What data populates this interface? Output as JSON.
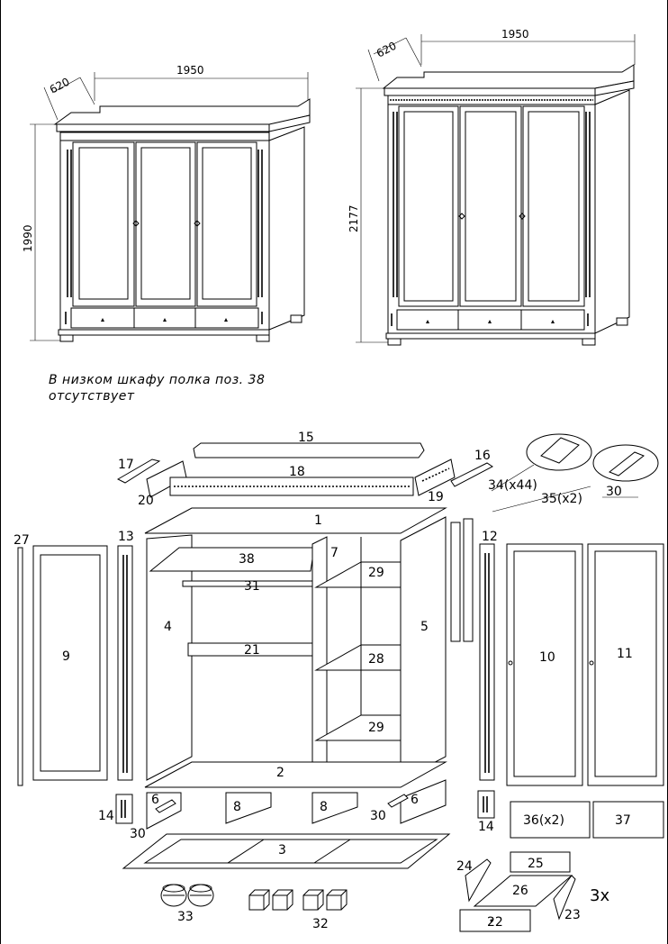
{
  "dimensions": {
    "low_cabinet": {
      "width": "1950",
      "depth": "620",
      "height": "1990"
    },
    "high_cabinet": {
      "width": "1950",
      "depth": "620",
      "height": "2177"
    }
  },
  "note": {
    "line1": "В низком шкафу полка поз. 38",
    "line2": "отсутствует"
  },
  "parts": {
    "p1": "1",
    "p2": "2",
    "p3": "3",
    "p4": "4",
    "p5": "5",
    "p6a": "6",
    "p6b": "6",
    "p7": "7",
    "p8a": "8",
    "p8b": "8",
    "p9": "9",
    "p10": "10",
    "p11": "11",
    "p12": "12",
    "p13": "13",
    "p14a": "14",
    "p14b": "14",
    "p15": "15",
    "p16": "16",
    "p17": "17",
    "p18": "18",
    "p19": "19",
    "p20": "20",
    "p21": "21",
    "p22": "22",
    "p23": "23",
    "p24": "24",
    "p25": "25",
    "p26": "26",
    "p27": "27",
    "p28": "28",
    "p29a": "29",
    "p29b": "29",
    "p30a": "30",
    "p30b": "30",
    "p30c": "30",
    "p31": "31",
    "p32": "32",
    "p33": "33",
    "p34": "34(x44)",
    "p35": "35(x2)",
    "p36": "36(x2)",
    "p37": "37",
    "p38": "38"
  },
  "drawer_multiplier": "3x"
}
